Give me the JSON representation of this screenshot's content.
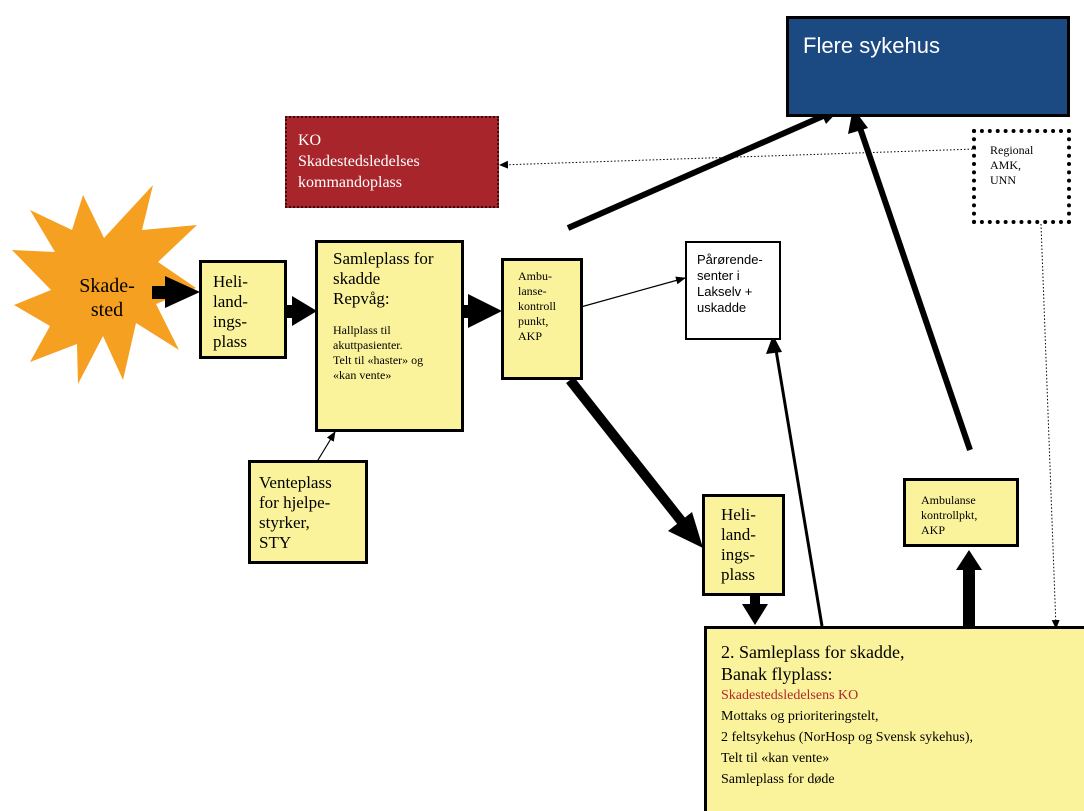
{
  "nodes": {
    "skadested": [
      "Skade-",
      "sted"
    ],
    "heli1": [
      "Heli-",
      "land-",
      "ings-",
      "plass"
    ],
    "samleplass1": {
      "title": [
        "Samleplass for",
        "skadde",
        "Repvåg:"
      ],
      "details": [
        "Hallplass til",
        "akuttpasienter.",
        "Telt til «haster» og",
        "«kan vente»"
      ]
    },
    "venteplass": [
      "Venteplass",
      "for hjelpe-",
      "styrker,",
      "STY"
    ],
    "ko": [
      "KO",
      "Skadestedsledelses",
      "kommandoplass"
    ],
    "flere_sykehus": "Flere sykehus",
    "regional_amk": [
      "Regional",
      "AMK,",
      "UNN"
    ],
    "akp1": [
      "Ambu-",
      "lanse-",
      "kontroll",
      "punkt,",
      "AKP"
    ],
    "parorende": [
      "Pårørende-",
      "senter i",
      "Lakselv +",
      "uskadde"
    ],
    "heli2": [
      "Heli-",
      "land-",
      "ings-",
      "plass"
    ],
    "akp2": [
      "Ambulanse",
      "kontrollpkt,",
      "AKP"
    ],
    "samleplass2": {
      "title": [
        "2. Samleplass for skadde,",
        "Banak flyplass:"
      ],
      "highlight": "Skadestedsledelsens KO",
      "details": [
        "Mottaks og prioriteringstelt,",
        "2 feltsykehus (NorHosp og Svensk sykehus),",
        "Telt til «kan vente»",
        "Samleplass for døde"
      ]
    }
  },
  "colors": {
    "node_fill": "#fbf39b",
    "ko_fill": "#a8262b",
    "hospital_fill": "#1b4a82",
    "highlight_text": "#b3262c",
    "burst_fill": "#f5a021"
  }
}
